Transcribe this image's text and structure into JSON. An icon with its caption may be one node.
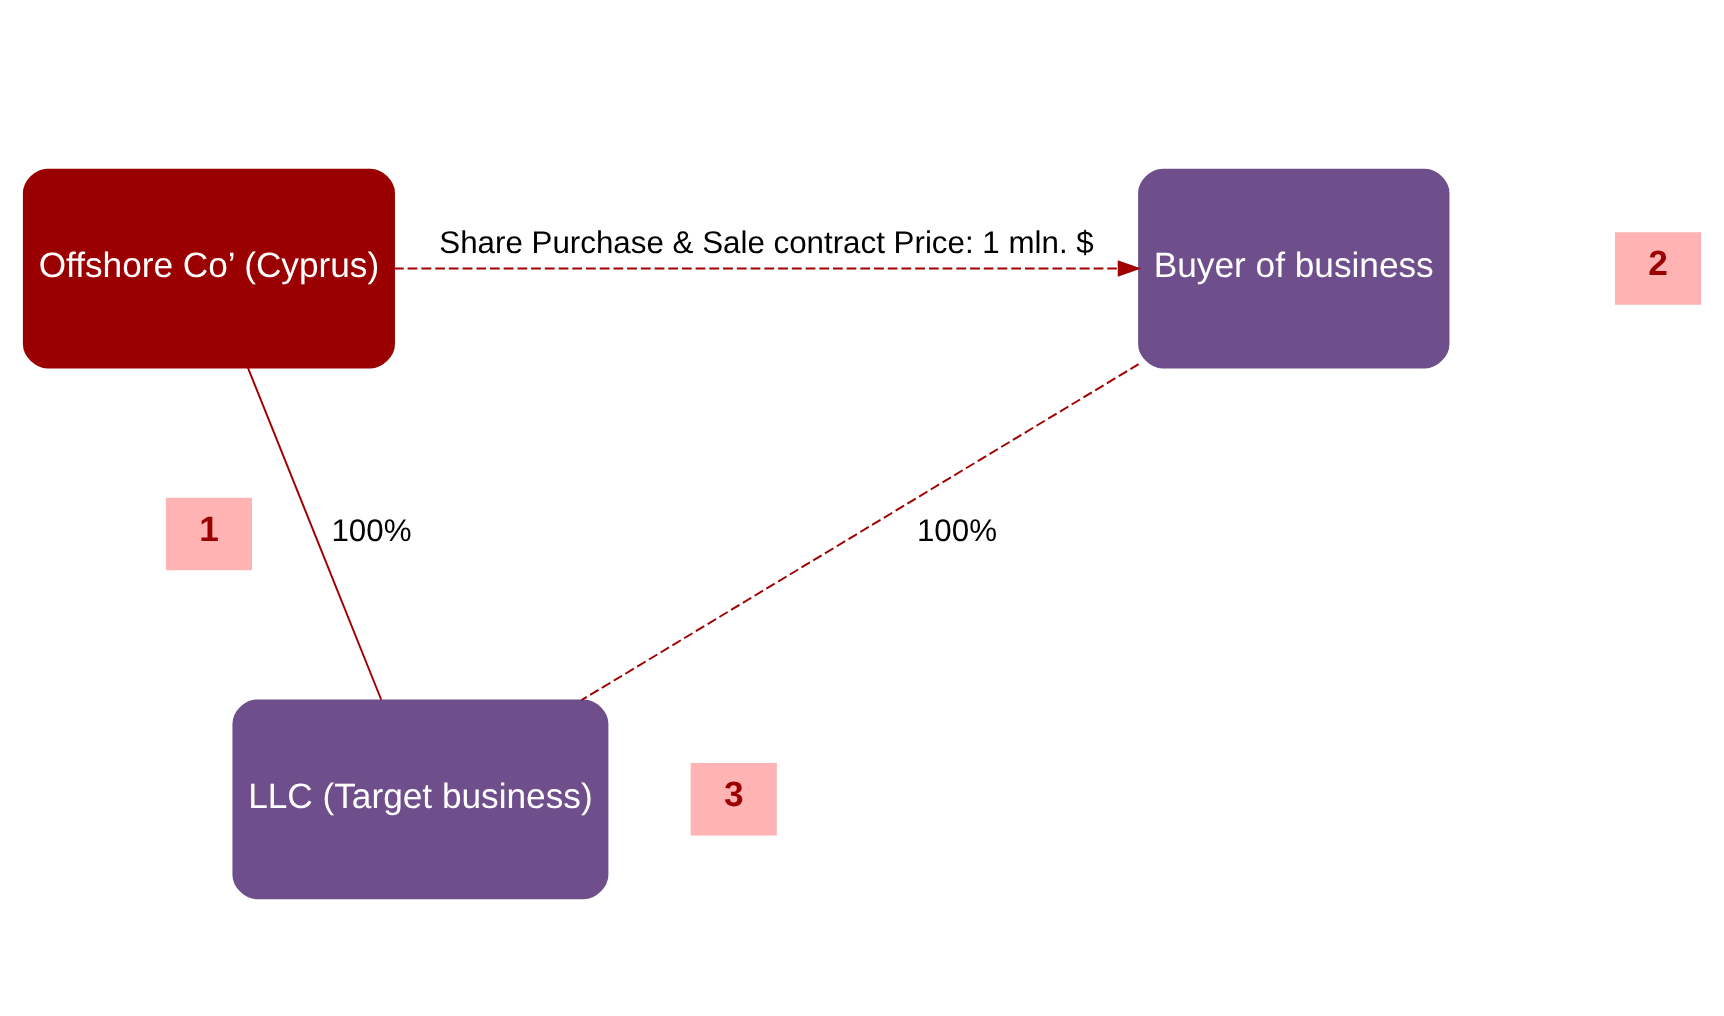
{
  "diagram": {
    "nodes": [
      {
        "text": [
          "Offshore Co’ (Cyprus)"
        ]
      },
      {
        "text": [
          "2"
        ]
      },
      {
        "text": [
          "Buyer of business"
        ]
      },
      {
        "text": [
          "1"
        ]
      },
      {
        "text": [
          "LLC (Target business)"
        ]
      },
      {
        "text": [
          "3"
        ]
      }
    ],
    "edges": [
      {
        "from": 0,
        "to": 2,
        "arrow": "to",
        "style": "dashed",
        "label": "Share Purchase & Sale contract Price: 1 mln. $"
      },
      {
        "from": 0,
        "to": 4,
        "arrow": "none",
        "label": "100%"
      },
      {
        "from": 2,
        "to": 4,
        "arrow": "none",
        "style": "dashed",
        "label": "100%"
      }
    ]
  }
}
